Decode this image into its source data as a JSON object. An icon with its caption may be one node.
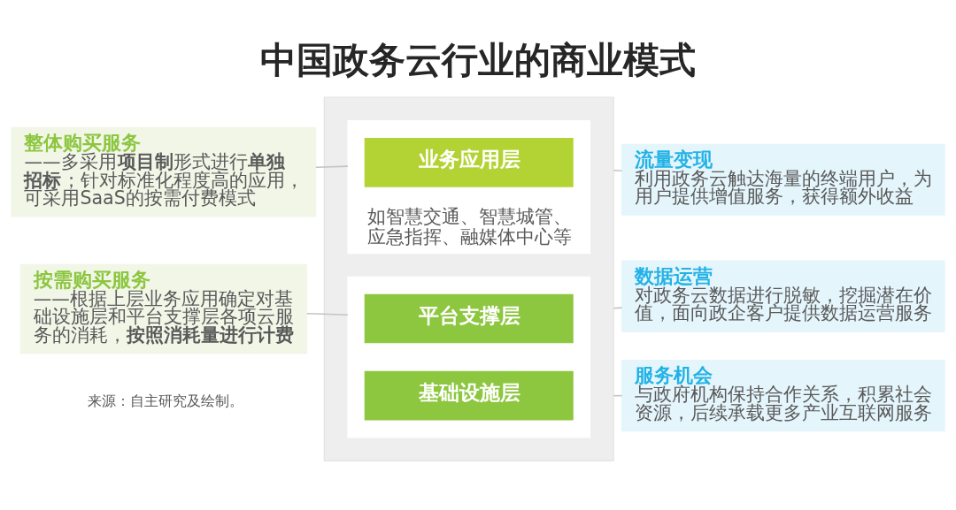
{
  "diagram": {
    "title": "中国政务云行业的商业模式",
    "nodes": [
      {
        "text": [
          "整体购买服务",
          "——多采用**项目制**形式进行**单独招标**；针对标准化程度高的应用，可采用SaaS的按需付费模式"
        ]
      },
      {
        "text": [
          "按需购买服务",
          "——根据上层业务应用确定对基础设施层和平台支撑层各项云服务的消耗，**按照消耗量进行计费**"
        ]
      },
      {
        "text": [],
        "shape": "box"
      },
      {
        "text": [
          "如智慧交通、智慧城管、应急指挥、融媒体中心等"
        ],
        "in": 2
      },
      {
        "text": [
          "业务应用层"
        ],
        "in": 3
      },
      {
        "text": [],
        "shape": "box",
        "in": 2
      },
      {
        "text": [
          "平台支撑层"
        ],
        "in": 5
      },
      {
        "text": [
          "基础设施层"
        ],
        "in": 5
      },
      {
        "text": [
          "流量变现",
          "利用政务云触达海量的终端用户，为用户提供增值服务，获得额外收益"
        ]
      },
      {
        "text": [
          "数据运营",
          "对政务云数据进行脱敏，挖掘潜在价值，面向政企客户提供数据运营服务"
        ]
      },
      {
        "text": [
          "服务机会",
          "与政府机构保持合作关系，积累社会资源，后续承载更多产业互联网服务"
        ]
      }
    ],
    "edges": [
      {
        "from": 0,
        "to": 3,
        "arrow": "none"
      },
      {
        "from": 1,
        "to": 5,
        "arrow": "none"
      },
      {
        "from": 2,
        "to": 8,
        "arrow": "none"
      },
      {
        "from": 2,
        "to": 9,
        "arrow": "none"
      },
      {
        "from": 2,
        "to": 10,
        "arrow": "none"
      }
    ],
    "labels": [
      "来源：自主研究及绘制。"
    ]
  }
}
